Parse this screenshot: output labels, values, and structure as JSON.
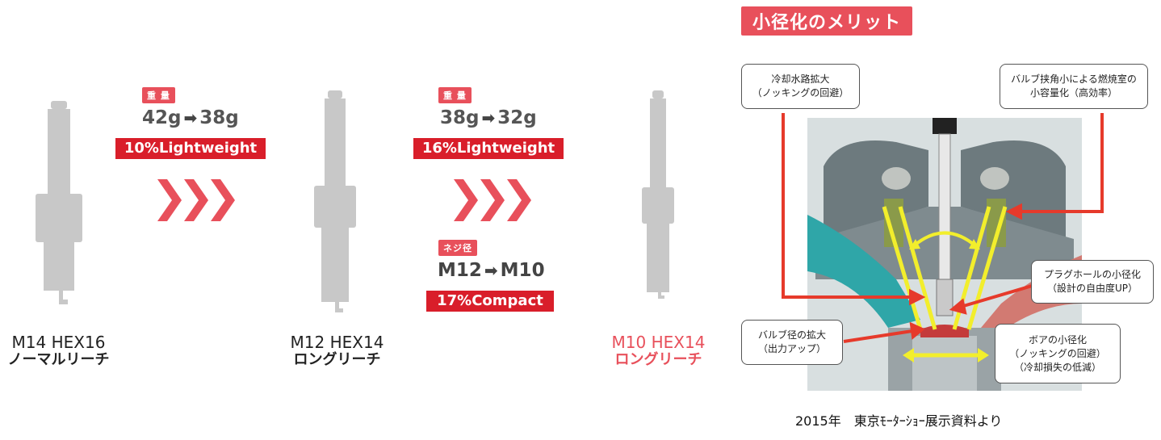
{
  "plugs": [
    {
      "line1": "M14 HEX16",
      "line2": "ノーマルリーチ",
      "highlight": false
    },
    {
      "line1": "M12 HEX14",
      "line2": "ロングリーチ",
      "highlight": false
    },
    {
      "line1": "M10 HEX14",
      "line2": "ロングリーチ",
      "highlight": true
    }
  ],
  "step1": {
    "tag": "重 量",
    "from": "42g",
    "to": "38g",
    "result": "10%Lightweight"
  },
  "step2": {
    "tag": "重 量",
    "from": "38g",
    "to": "32g",
    "result": "16%Lightweight"
  },
  "step3": {
    "tag": "ネジ径",
    "from": "M12",
    "to": "M10",
    "result": "17%Compact"
  },
  "merit": {
    "title": "小径化のメリット",
    "callouts": {
      "water": [
        "冷却水路拡大",
        "（ノッキングの回避）"
      ],
      "valve_angle": [
        "バルブ挟角小による燃焼室の",
        "小容量化（高効率）"
      ],
      "plug_hole": [
        "プラグホールの小径化",
        "（設計の自由度UP）"
      ],
      "valve_dia": [
        "バルブ径の拡大",
        "（出力アップ）"
      ],
      "bore": [
        "ボアの小径化",
        "（ノッキングの回避）",
        "（冷却損失の低減）"
      ]
    },
    "caption": "2015年　東京ﾓｰﾀｰｼｮｰ展示資料より"
  },
  "colors": {
    "accent": "#d91e2a",
    "tag": "#e8505b",
    "plug_gray": "#c8c8c8",
    "highlight_text": "#e8505b"
  }
}
